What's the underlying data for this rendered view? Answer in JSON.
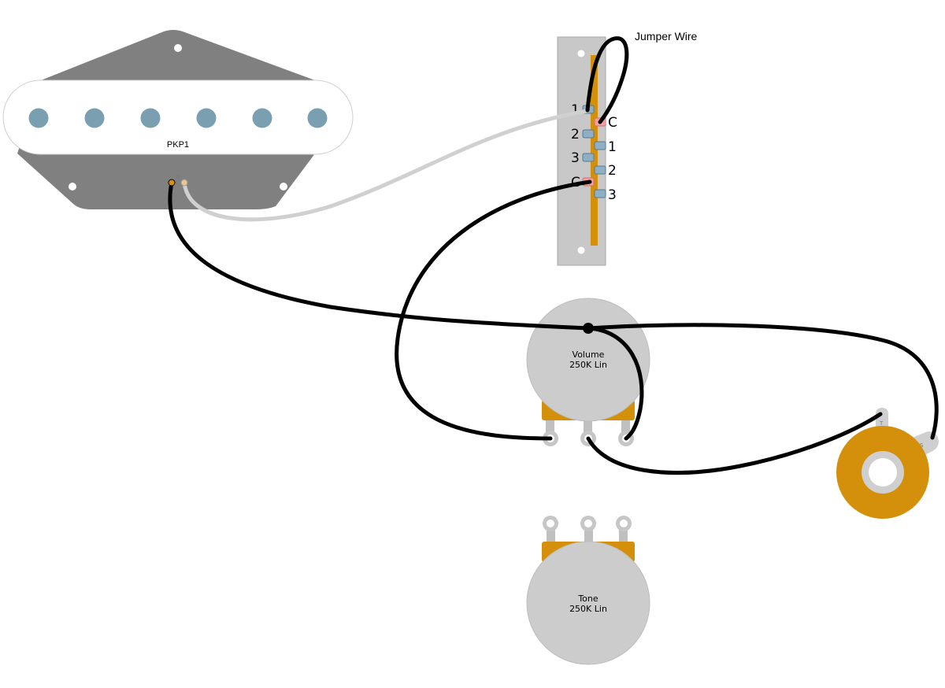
{
  "pickup": {
    "label": "PKP1",
    "lead_north": "N",
    "pole_color": "#7a9fb0",
    "cover_color": "#808080"
  },
  "switch": {
    "annotation": "Jumper Wire",
    "left_terminals": [
      "1",
      "2",
      "3",
      "C"
    ],
    "right_terminals": [
      "C",
      "1",
      "2",
      "3"
    ],
    "plate_color": "#c8c8c8",
    "bar_color": "#d4900a",
    "common_terminal_color": "#f5a0a0",
    "terminal_color": "#8fb0c4"
  },
  "volume_pot": {
    "name": "Volume",
    "value": "250K Lin"
  },
  "tone_pot": {
    "name": "Tone",
    "value": "250K Lin"
  },
  "jack": {
    "tip_label": "T",
    "sleeve_label": "S",
    "color": "#d4900a"
  },
  "wires": {
    "hot_color": "#000000",
    "white_color": "#d0d0d0"
  }
}
